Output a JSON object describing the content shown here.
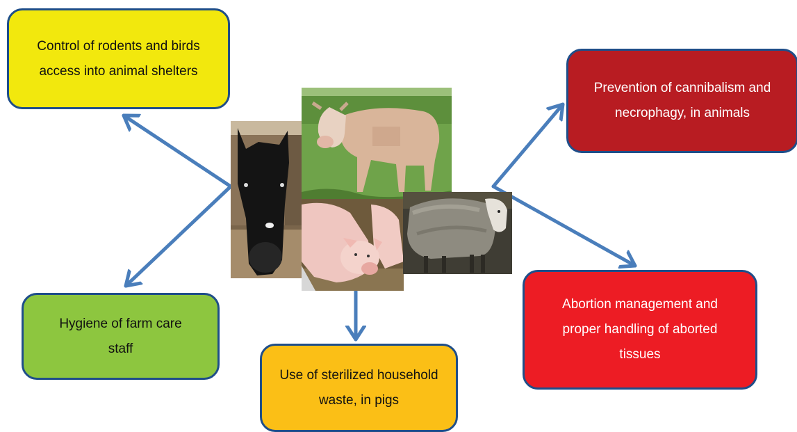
{
  "boxes": {
    "rodents": "Control of rodents and birds access into animal shelters",
    "hygiene": "Hygiene of farm care staff",
    "waste": "Use of sterilized household waste, in pigs",
    "cannibalism": "Prevention of cannibalism and necrophagy, in animals",
    "abortion": "Abortion management and proper handling of aborted tissues"
  },
  "colors": {
    "arrow": "#4a7ebb",
    "box_border": "#1f4e89",
    "rodents_fill": "#f2e80d",
    "hygiene_fill": "#8dc63f",
    "waste_fill": "#fbbf16",
    "cannibalism_fill": "#b81c22",
    "abortion_fill": "#ed1c24"
  },
  "images": [
    "horse-photo",
    "cow-photo",
    "pig-photo",
    "sheep-photo"
  ]
}
